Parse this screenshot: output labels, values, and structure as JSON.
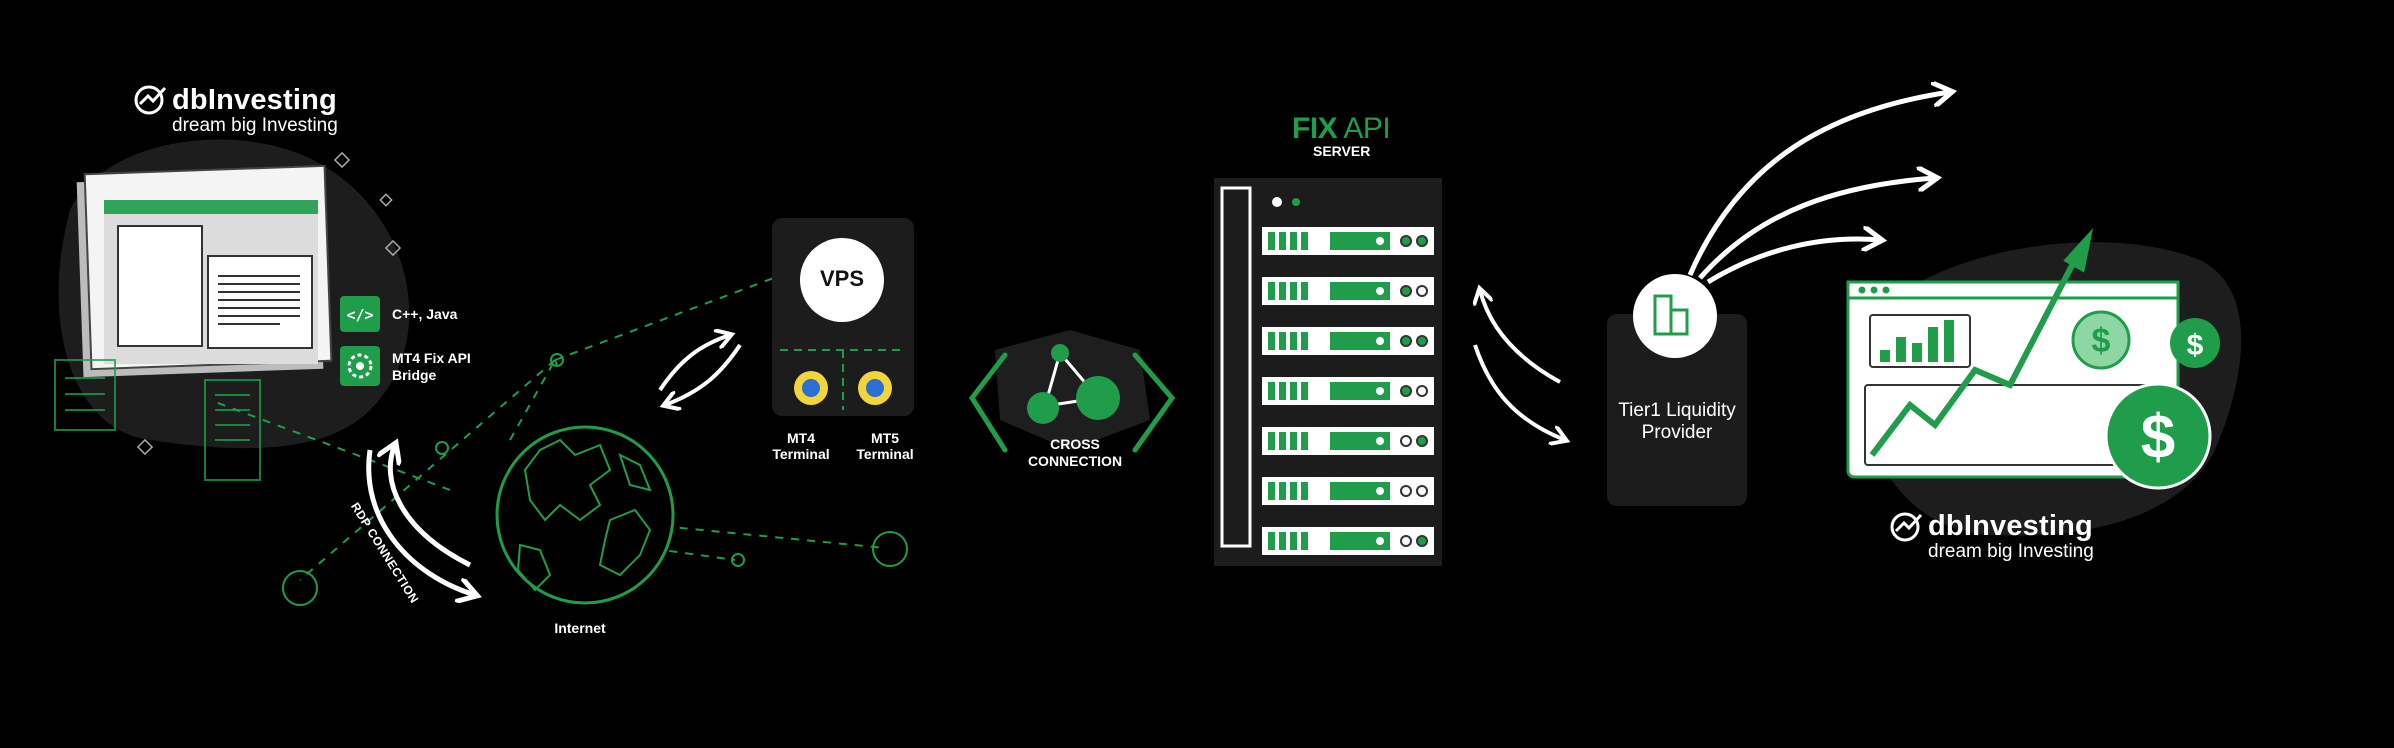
{
  "brand": {
    "name": "dbInvesting",
    "tagline": "dream big Investing"
  },
  "left_panel": {
    "features": [
      {
        "icon": "code-icon",
        "label": "C++, Java"
      },
      {
        "icon": "bridge-gear-icon",
        "label": "MT4 Fix API Bridge"
      }
    ],
    "rdp_label": "RDP CONNECTION",
    "internet_label": "Internet"
  },
  "vps": {
    "title": "VPS",
    "terminals": [
      {
        "label": "MT4 Terminal"
      },
      {
        "label": "MT5 Terminal"
      }
    ]
  },
  "cross_connection": {
    "label": "CROSS CONNECTION"
  },
  "server": {
    "fix": "FIX",
    "api": "API",
    "subtitle": "SERVER"
  },
  "liquidity_provider": {
    "label": "Tier1 Liquidity Provider"
  },
  "colors": {
    "accent": "#1f9d4a",
    "accent_light": "#6fcf8e",
    "background": "#000000",
    "panel": "#1c1c1c"
  }
}
